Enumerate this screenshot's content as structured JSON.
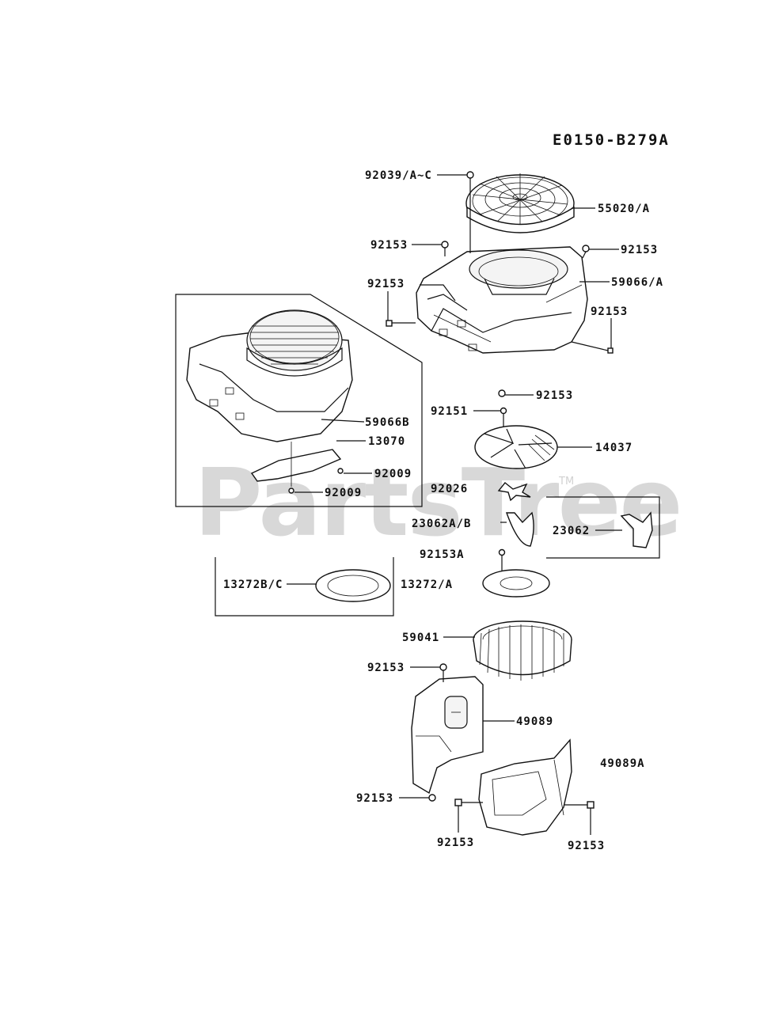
{
  "diagram_code": "E0150-B279A",
  "watermark": {
    "text": "PartsTree",
    "tm": "TM"
  },
  "parts": [
    "92039/A~C",
    "55020/A",
    "92153",
    "92153",
    "59066/A",
    "92153",
    "92153",
    "92153",
    "59066B",
    "13070",
    "92009",
    "92009",
    "92151",
    "14037",
    "92026",
    "23062A/B",
    "23062",
    "92153A",
    "13272B/C",
    "13272/A",
    "59041",
    "92153",
    "49089",
    "49089A",
    "92153",
    "92153",
    "92153"
  ]
}
